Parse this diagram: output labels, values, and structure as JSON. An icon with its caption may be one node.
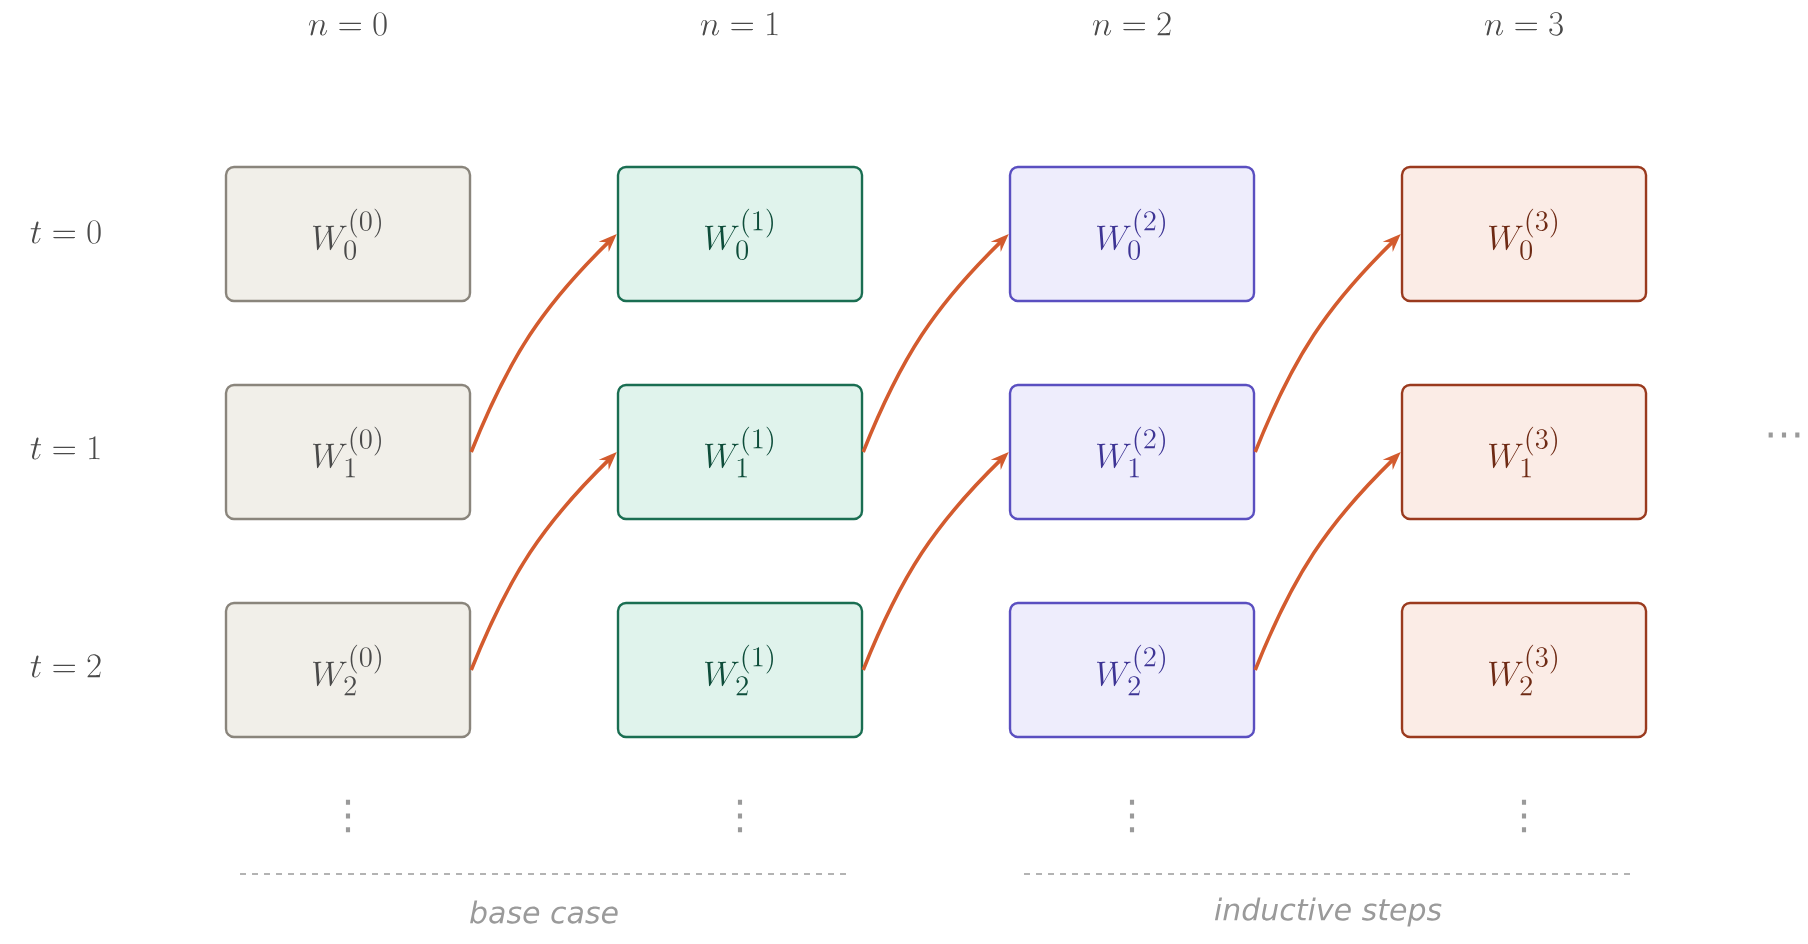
{
  "diagram": {
    "nodes": [
      {
        "text": [
          "W_0^{(0)}"
        ]
      },
      {
        "text": [
          "W_0^{(1)}"
        ]
      },
      {
        "text": [
          "W_0^{(2)}"
        ]
      },
      {
        "text": [
          "W_0^{(3)}"
        ]
      },
      {
        "text": [
          "W_1^{(0)}"
        ]
      },
      {
        "text": [
          "W_1^{(1)}"
        ]
      },
      {
        "text": [
          "W_1^{(2)}"
        ]
      },
      {
        "text": [
          "W_1^{(3)}"
        ]
      },
      {
        "text": [
          "W_2^{(0)}"
        ]
      },
      {
        "text": [
          "W_2^{(1)}"
        ]
      },
      {
        "text": [
          "W_2^{(2)}"
        ]
      },
      {
        "text": [
          "W_2^{(3)}"
        ]
      }
    ],
    "edges": [
      {
        "from": 4,
        "to": 1,
        "arrow": "to"
      },
      {
        "from": 5,
        "to": 2,
        "arrow": "to"
      },
      {
        "from": 6,
        "to": 3,
        "arrow": "to"
      },
      {
        "from": 8,
        "to": 5,
        "arrow": "to"
      },
      {
        "from": 9,
        "to": 6,
        "arrow": "to"
      },
      {
        "from": 10,
        "to": 7,
        "arrow": "to"
      }
    ],
    "labels": [
      "n = 0",
      "n = 1",
      "n = 2",
      "n = 3",
      "t = 0",
      "t = 1",
      "⋯",
      "t = 2",
      "⋮",
      "⋮",
      "⋮",
      "⋮",
      "base case",
      "inductive steps"
    ]
  }
}
